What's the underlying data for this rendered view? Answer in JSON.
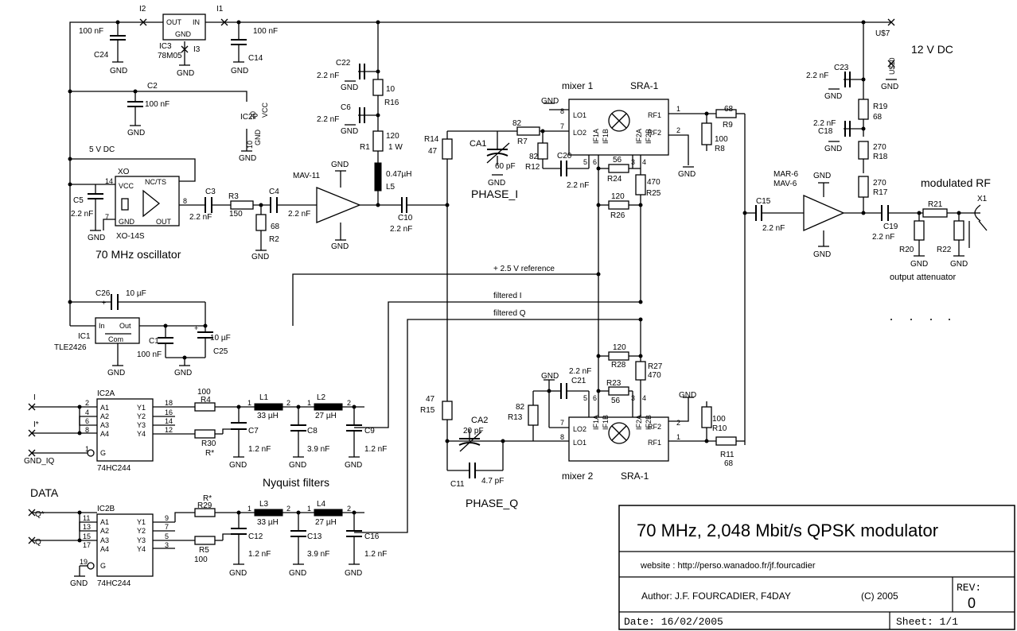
{
  "labels": {
    "i2": "I2",
    "i1": "I1",
    "i3": "I3",
    "ic3_out": "OUT",
    "ic3_in": "IN",
    "ic3_gnd": "GND",
    "ic3_name": "IC3",
    "ic3_part": "78M05",
    "c24_val": "100 nF",
    "c24": "C24",
    "c14_val": "100 nF",
    "c14": "C14",
    "c2": "C2",
    "c2_val": "100 nF",
    "ic2p": "IC2P",
    "vcc": "VCC",
    "p20": "20",
    "p10": "10",
    "c22": "C22",
    "c22_val": "2.2 nF",
    "r16_val": "10",
    "r16": "R16",
    "c6": "C6",
    "c6_val": "2.2 nF",
    "r1_val": "120",
    "r1": "R1",
    "r1_pow": "1 W",
    "l5_val": "0.47µH",
    "l5": "L5",
    "mav11": "MAV-11",
    "c10": "C10",
    "c10_val": "2.2 nF",
    "fivev": "5 V DC",
    "xo": "XO",
    "xo_ncts": "NC/TS",
    "xo_vcc": "VCC",
    "xo_gnd": "GND",
    "xo_out": "OUT",
    "xo_part": "XO-14S",
    "p14": "14",
    "p7": "7",
    "p8": "8",
    "c5": "C5",
    "c5_val": "2.2 nF",
    "osc": "70 MHz oscillator",
    "c3": "C3",
    "c3_val": "2.2 nF",
    "r3": "R3",
    "r3_val": "150",
    "c4": "C4",
    "c4_val": "2.2 nF",
    "r2_val": "68",
    "r2": "R2",
    "r14": "R14",
    "r14_val": "47",
    "ca1": "CA1",
    "ca1_val": "60 pF",
    "phase_i": "PHASE_I",
    "r7_val": "82",
    "r7": "R7",
    "r12_val": "82",
    "r12": "R12",
    "c20": "C20",
    "c20_val": "2.2 nF",
    "mixer1": "mixer 1",
    "sra1a": "SRA-1",
    "lo1": "LO1",
    "lo2": "LO2",
    "rf1": "RF1",
    "rf2": "RF2",
    "if1a": "IF1A",
    "if1b": "IF1B",
    "if2a": "IF2A",
    "if2b": "IF2B",
    "m1p8": "8",
    "m1p7": "7",
    "m1p1": "1",
    "m1p2": "2",
    "m1p5": "5",
    "m1p6": "6",
    "m1p3": "3",
    "m1p4": "4",
    "r24_val": "56",
    "r24": "R24",
    "r25_val": "470",
    "r25": "R25",
    "r26_val": "120",
    "r26": "R26",
    "r9_val": "68",
    "r9": "R9",
    "r8_val": "100",
    "r8": "R8",
    "us7": "U$7",
    "us10": "U$10",
    "twelvev": "12 V DC",
    "c23": "C23",
    "c23_val": "2.2 nF",
    "r19": "R19",
    "r19_val": "68",
    "c18": "C18",
    "c18_val": "2.2 nF",
    "r18_val": "270",
    "r18": "R18",
    "r17_val": "270",
    "r17": "R17",
    "mar6": "MAR-6",
    "mav6": "MAV-6",
    "c15": "C15",
    "c15_val": "2.2 nF",
    "c19": "C19",
    "c19_val": "2.2 nF",
    "r21": "R21",
    "r20": "R20",
    "r22": "R22",
    "modrf": "modulated RF",
    "x1": "X1",
    "att": "output attenuator",
    "ref": "+ 2.5 V reference",
    "fi": "filtered I",
    "fq": "filtered Q",
    "c26": "C26",
    "c26_val": "10 µF",
    "ic1": "IC1",
    "ic1_part": "TLE2426",
    "ic1_in": "In",
    "ic1_out": "Out",
    "ic1_com": "Com",
    "c1": "C1",
    "c1_val": "100 nF",
    "c25_val": "10 µF",
    "c25": "C25",
    "r15_val": "47",
    "r15": "R15",
    "ca2": "CA2",
    "ca2_val": "20 pF",
    "c11": "C11",
    "c11_val": "4.7 pF",
    "phase_q": "PHASE_Q",
    "r13_val": "82",
    "r13": "R13",
    "c21": "C21",
    "c21_val": "2.2 nF",
    "r28_val": "120",
    "r28": "R28",
    "r27": "R27",
    "r27_val": "470",
    "r23": "R23",
    "r23_val": "56",
    "r10_val": "100",
    "r10": "R10",
    "r11": "R11",
    "r11_val": "68",
    "mixer2": "mixer 2",
    "sra1b": "SRA-1",
    "in_i": "I",
    "in_istar": "I*",
    "gnd_iq": "GND_IQ",
    "data": "DATA",
    "in_qstar": "Q*",
    "in_q": "Q",
    "ic2a": "IC2A",
    "ic2b": "IC2B",
    "hc244": "74HC244",
    "a1": "A1",
    "a2": "A2",
    "a3": "A3",
    "a4": "A4",
    "y1": "Y1",
    "y2": "Y2",
    "y3": "Y3",
    "y4": "Y4",
    "g": "G",
    "p2": "2",
    "p4": "4",
    "p6": "6",
    "p8b": "8",
    "p1": "1",
    "p18": "18",
    "p16": "16",
    "p14b": "14",
    "p12": "12",
    "p11": "11",
    "p13": "13",
    "p15": "15",
    "p17": "17",
    "p19": "19",
    "p9": "9",
    "p7b": "7",
    "p5": "5",
    "p3": "3",
    "r4_val": "100",
    "r4": "R4",
    "r30": "R30",
    "rstar": "R*",
    "l1": "L1",
    "l1_val": "33 µH",
    "l2": "L2",
    "l2_val": "27 µH",
    "c7": "C7",
    "c7_val": "1.2 nF",
    "c8": "C8",
    "c8_val": "3.9 nF",
    "c9": "C9",
    "c9_val": "1.2 nF",
    "nyq": "Nyquist filters",
    "r29": "R29",
    "r5": "R5",
    "r5_val": "100",
    "l3": "L3",
    "l3_val": "33 µH",
    "l4": "L4",
    "l4_val": "27 µH",
    "c12": "C12",
    "c12_val": "1.2 nF",
    "c13": "C13",
    "c13_val": "3.9 nF",
    "c16": "C16",
    "c16_val": "1.2 nF",
    "gnd": "GND",
    "one": "1",
    "two": "2"
  },
  "title_block": {
    "title": "70 MHz, 2,048 Mbit/s  QPSK modulator",
    "website": "website : http://perso.wanadoo.fr/jf.fourcadier",
    "author": "Author: J.F. FOURCADIER,  F4DAY",
    "copyright": "(C) 2005",
    "rev_label": "REV:",
    "rev": "0",
    "date": "Date:  16/02/2005",
    "sheet": "Sheet: 1/1"
  }
}
